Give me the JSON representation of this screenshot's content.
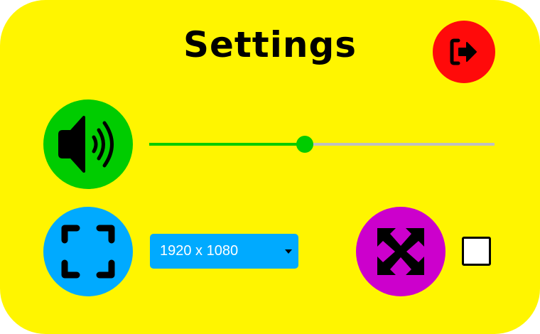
{
  "header": {
    "title": "Settings"
  },
  "icons": {
    "exit": "exit-icon",
    "volume": "volume-icon",
    "fullscreen": "fullscreen-icon",
    "stretch": "stretch-icon"
  },
  "volume": {
    "value_percent": 45
  },
  "resolution": {
    "selected": "1920 x 1080"
  },
  "stretch": {
    "checked": false
  },
  "colors": {
    "background": "#fff500",
    "exit": "#ff0a0a",
    "volume": "#00cc00",
    "fullscreen": "#00aaff",
    "stretch": "#cc00cc",
    "track": "#c0c0c0"
  }
}
